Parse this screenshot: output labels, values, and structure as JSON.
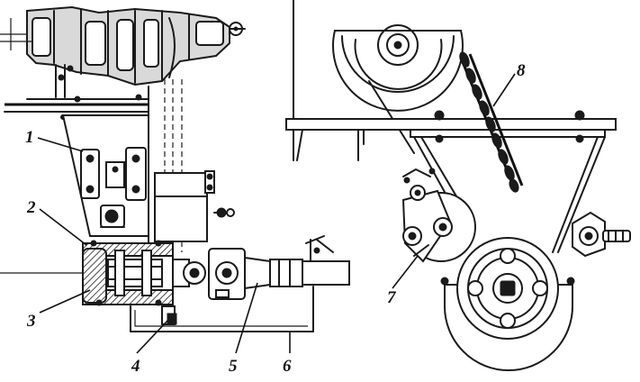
{
  "callouts": [
    {
      "id": "1",
      "text": "1"
    },
    {
      "id": "2",
      "text": "2"
    },
    {
      "id": "3",
      "text": "3"
    },
    {
      "id": "4",
      "text": "4"
    },
    {
      "id": "5",
      "text": "5"
    },
    {
      "id": "6",
      "text": "6"
    },
    {
      "id": "7",
      "text": "7"
    },
    {
      "id": "8",
      "text": "8"
    }
  ],
  "colors": {
    "ink": "#1a1a1a",
    "paper": "#ffffff"
  }
}
